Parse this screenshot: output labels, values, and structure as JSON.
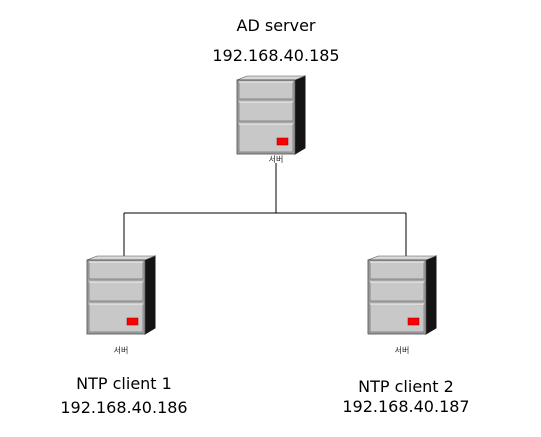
{
  "colors": {
    "server_light": "#c8c8c8",
    "server_mid": "#a8a8a8",
    "server_dark": "#141414",
    "led": "#ff0000",
    "wire": "#000000"
  },
  "nodes": [
    {
      "id": "ad-server",
      "icon": "server-icon",
      "name": "AD server",
      "ip": "192.168.40.185",
      "caption": "서버"
    },
    {
      "id": "ntp-client-1",
      "icon": "server-icon",
      "name": "NTP client 1",
      "ip": "192.168.40.186",
      "caption": "서버"
    },
    {
      "id": "ntp-client-2",
      "icon": "server-icon",
      "name": "NTP client 2",
      "ip": "192.168.40.187",
      "caption": "서버"
    }
  ],
  "connections": [
    {
      "from": "ad-server",
      "to": "ntp-client-1"
    },
    {
      "from": "ad-server",
      "to": "ntp-client-2"
    }
  ]
}
